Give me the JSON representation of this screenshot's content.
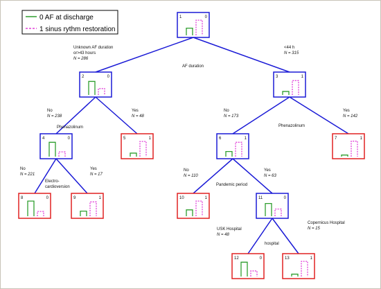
{
  "legend": [
    {
      "key": "0",
      "label": "AF at discharge",
      "color": "#2e9e2e",
      "dash": false
    },
    {
      "key": "1",
      "label": "sinus rythm restoration",
      "color": "#e040d8",
      "dash": true
    }
  ],
  "colors": {
    "internal_border": "#1a1ad6",
    "terminal_border": "#e02020",
    "edge": "#1a1ad6",
    "bar0": "#2e9e2e",
    "bar1": "#e040d8"
  },
  "nodes": [
    {
      "id": "1",
      "terminal": false,
      "left_label": "1",
      "right_label": "0",
      "bar0": 0.45,
      "bar1": 0.95
    },
    {
      "id": "2",
      "terminal": false,
      "left_label": "2",
      "right_label": "0",
      "bar0": 0.85,
      "bar1": 0.4
    },
    {
      "id": "3",
      "terminal": false,
      "left_label": "3",
      "right_label": "1",
      "bar0": 0.22,
      "bar1": 0.9
    },
    {
      "id": "4",
      "terminal": false,
      "left_label": "4",
      "right_label": "0",
      "bar0": 0.9,
      "bar1": 0.3
    },
    {
      "id": "5",
      "terminal": true,
      "left_label": "5",
      "right_label": "1",
      "bar0": 0.22,
      "bar1": 0.95
    },
    {
      "id": "6",
      "terminal": false,
      "left_label": "6",
      "right_label": "1",
      "bar0": 0.32,
      "bar1": 0.9
    },
    {
      "id": "7",
      "terminal": true,
      "left_label": "7",
      "right_label": "1",
      "bar0": 0.1,
      "bar1": 0.97
    },
    {
      "id": "8",
      "terminal": true,
      "left_label": "8",
      "right_label": "0",
      "bar0": 0.95,
      "bar1": 0.3
    },
    {
      "id": "9",
      "terminal": true,
      "left_label": "9",
      "right_label": "1",
      "bar0": 0.32,
      "bar1": 0.9
    },
    {
      "id": "10",
      "terminal": true,
      "left_label": "10",
      "right_label": "1",
      "bar0": 0.4,
      "bar1": 0.95
    },
    {
      "id": "11",
      "terminal": false,
      "left_label": "11",
      "right_label": "0",
      "bar0": 0.8,
      "bar1": 0.45
    },
    {
      "id": "12",
      "terminal": true,
      "left_label": "12",
      "right_label": "0",
      "bar0": 0.9,
      "bar1": 0.35
    },
    {
      "id": "13",
      "terminal": true,
      "left_label": "13",
      "right_label": "1",
      "bar0": 0.15,
      "bar1": 0.95
    }
  ],
  "splits": [
    {
      "id": "af",
      "variable": "AF duration"
    },
    {
      "id": "phen_left",
      "variable": "Phenazolinum"
    },
    {
      "id": "phen_right",
      "variable": "Phenazolinum"
    },
    {
      "id": "cardio",
      "variable": "Electro-\ncardioversion"
    },
    {
      "id": "pandemic",
      "variable": "Pandemic period"
    },
    {
      "id": "hospital",
      "variable": "hospital"
    }
  ],
  "branches": [
    {
      "id": "b2",
      "condition": "Unknown AF duration\nor>43 hours",
      "n": "N = 286"
    },
    {
      "id": "b3",
      "condition": "<44 h",
      "n": "N = 315"
    },
    {
      "id": "b4",
      "condition": "No",
      "n": "N = 238"
    },
    {
      "id": "b5",
      "condition": "Yes",
      "n": "N = 48"
    },
    {
      "id": "b6",
      "condition": "No",
      "n": "N = 173"
    },
    {
      "id": "b7",
      "condition": "Yes",
      "n": "N = 142"
    },
    {
      "id": "b8",
      "condition": "No",
      "n": "N = 221"
    },
    {
      "id": "b9",
      "condition": "Yes",
      "n": "N = 17"
    },
    {
      "id": "b10",
      "condition": "No",
      "n": "N = 110"
    },
    {
      "id": "b11",
      "condition": "Yes",
      "n": "N = 63"
    },
    {
      "id": "b12",
      "condition": "USK Hospital",
      "n": "N = 48"
    },
    {
      "id": "b13",
      "condition": "Copernicus Hospital",
      "n": "N = 15"
    }
  ]
}
